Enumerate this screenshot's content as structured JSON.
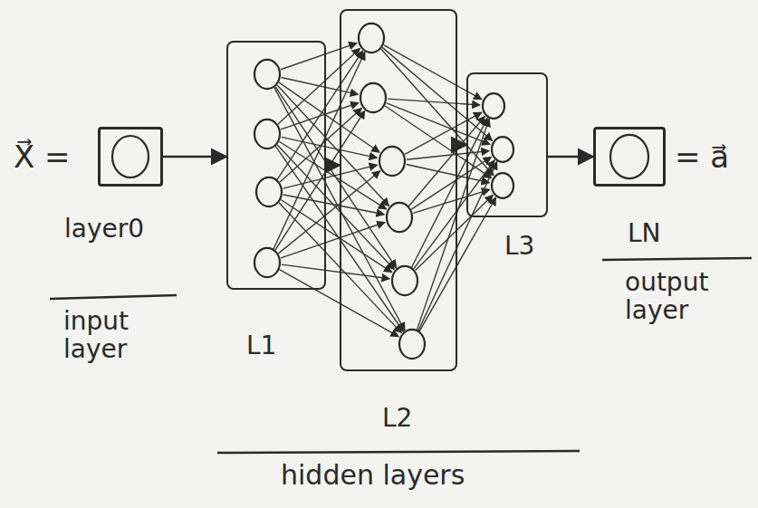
{
  "diagram": {
    "nodes": [
      {
        "text": [
          "layer0"
        ]
      },
      {
        "text": [
          "L1"
        ]
      },
      {
        "text": [
          "L2"
        ]
      },
      {
        "text": [
          "L3"
        ]
      },
      {
        "text": [
          "LN"
        ]
      }
    ],
    "edges": [
      {
        "from": 0,
        "to": 1,
        "arrow": "to"
      },
      {
        "from": 1,
        "to": 2,
        "arrow": "to"
      },
      {
        "from": 2,
        "to": 3,
        "arrow": "to"
      },
      {
        "from": 3,
        "to": 4,
        "arrow": "to"
      }
    ],
    "labels": [
      "X⃗ =",
      "= a⃗",
      "input layer",
      "output layer",
      "hidden layers"
    ]
  }
}
